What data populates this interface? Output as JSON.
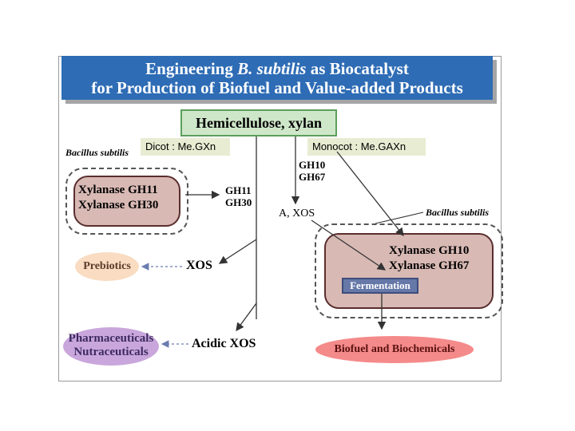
{
  "title": {
    "line1_pre": "Engineering ",
    "line1_italic": "B. subtilis",
    "line1_post": " as Biocatalyst",
    "line2": "for Production of Biofuel and Value-added Products"
  },
  "substrate": "Hemicellulose, xylan",
  "dicot_label": "Dicot : Me.GXn",
  "monocot_label": "Monocot : Me.GAXn",
  "organism_left": "Bacillus subtilis",
  "organism_right": "Bacillus subtilis",
  "left_cell": {
    "enzyme1": "Xylanase GH11",
    "enzyme2": "Xylanase GH30"
  },
  "right_cell": {
    "enzyme1": "Xylanase GH10",
    "enzyme2": "Xylanase GH67",
    "process": "Fermentation"
  },
  "gh_left": {
    "line1": "GH11",
    "line2": "GH30"
  },
  "gh_top": {
    "line1": "GH10",
    "line2": "GH67"
  },
  "axos": "A, XOS",
  "xos": "XOS",
  "acidic_xos": "Acidic XOS",
  "prebiotics": "Prebiotics",
  "pharma": {
    "line1": "Pharmaceuticals",
    "line2": "Nutraceuticals"
  },
  "biofuel": "Biofuel and Biochemicals",
  "colors": {
    "title_bg": "#2e6cb5",
    "substrate_bg": "#cfe7c9",
    "cell_fill": "#d8b9b4",
    "prebiotics_bg": "#f9dcc1",
    "pharma_bg": "#c9a7dc",
    "fermentation_bg": "#6678a8",
    "biofuel_bg": "#f58a8a"
  }
}
